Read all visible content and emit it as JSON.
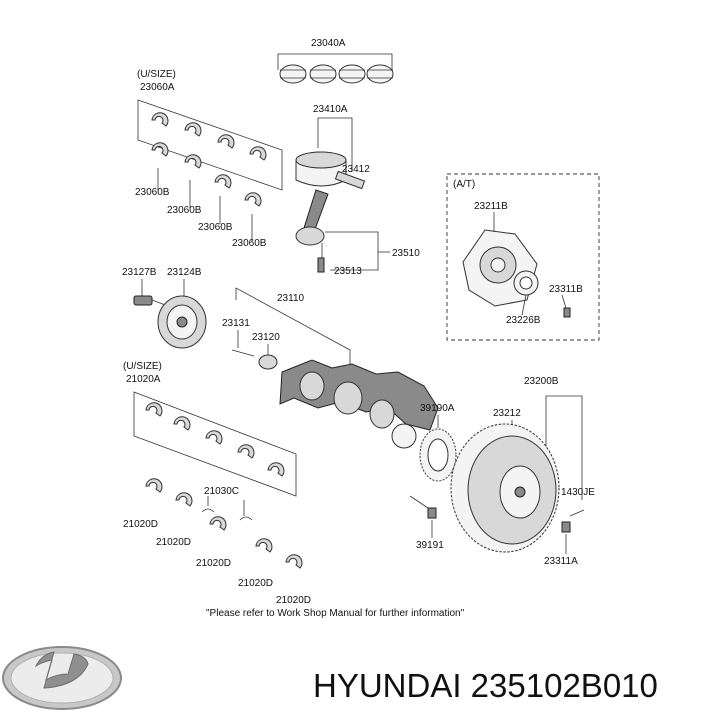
{
  "diagram": {
    "labels": {
      "ring_set": "23040A",
      "upper_usize": "(U/SIZE)",
      "upper_bearing_set": "23060A",
      "piston": "23410A",
      "piston_pin": "23412",
      "conrod_bearing_1": "23060B",
      "conrod_bearing_2": "23060B",
      "conrod_bearing_3": "23060B",
      "conrod_bearing_4": "23060B",
      "conrod_assy": "23510",
      "conrod_bolt": "23513",
      "at_box": "(A/T)",
      "drive_plate": "23211B",
      "drive_plate_bolt": "23311B",
      "drive_plate_spacer": "23226B",
      "pulley_bolt": "23127B",
      "pulley": "23124B",
      "crankshaft": "23110",
      "key": "23131",
      "sprocket": "23120",
      "lower_usize": "(U/SIZE)",
      "main_bearing_set": "21020A",
      "flywheel_assy": "23200B",
      "ring_gear": "39190A",
      "flywheel": "23212",
      "dowel": "1430JE",
      "thrust_bearing": "21030C",
      "main_bearing_1": "21020D",
      "main_bearing_2": "21020D",
      "main_bearing_3": "21020D",
      "main_bearing_4": "21020D",
      "main_bearing_5": "21020D",
      "sensor_bolt": "39191",
      "flywheel_bolt": "23311A"
    },
    "footnote": "\"Please refer to Work Shop Manual for further information\""
  },
  "brand": {
    "logo_icon": "hyundai-logo",
    "caption": "HYUNDAI 235102B010"
  }
}
